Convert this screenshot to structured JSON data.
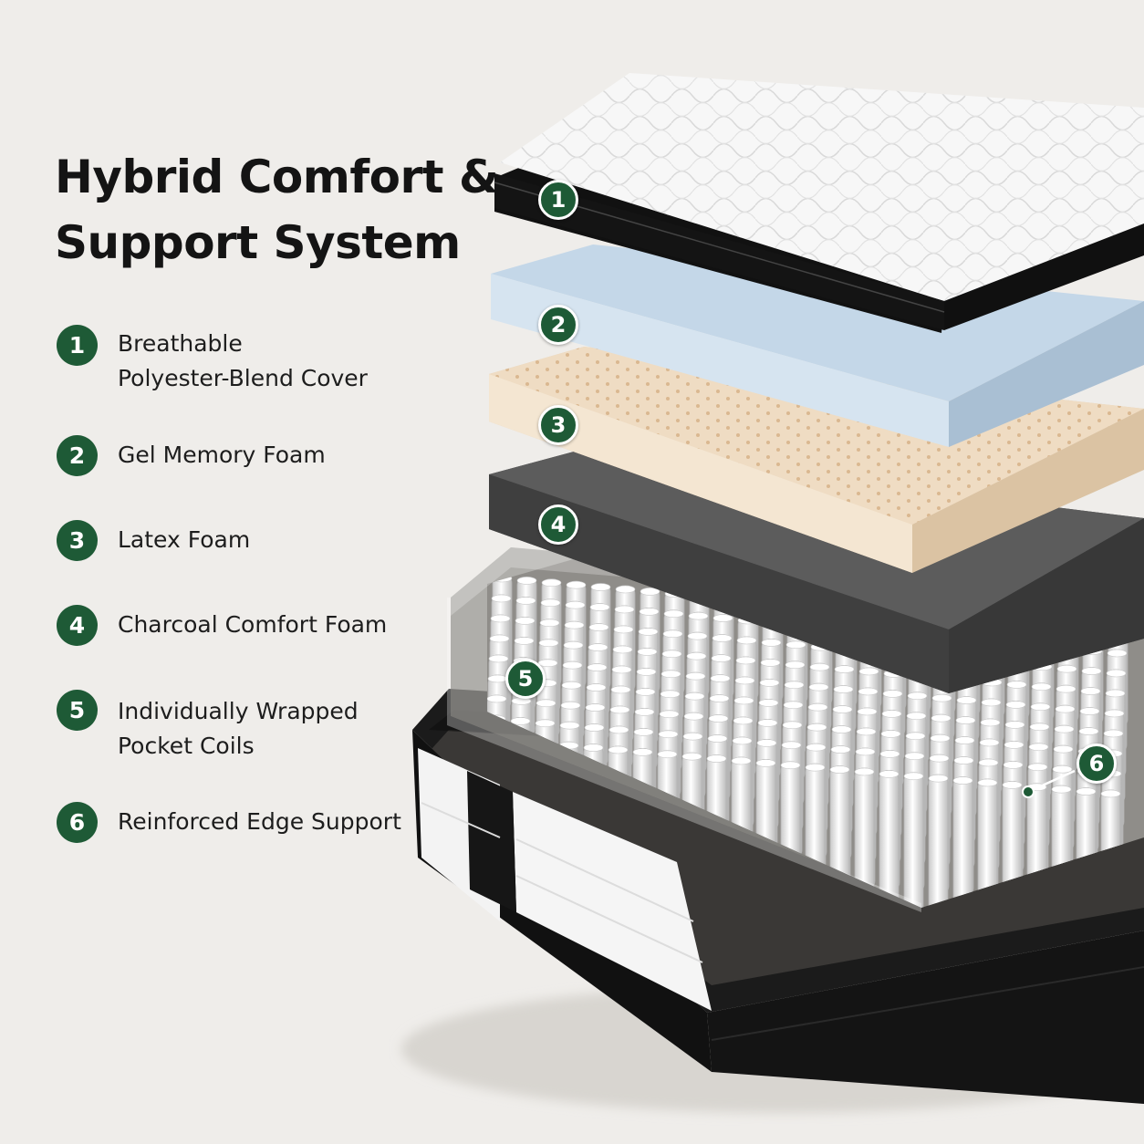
{
  "title": {
    "line1": "Hybrid Comfort &",
    "line2": "Support System"
  },
  "layers": [
    {
      "number": "1",
      "lines": [
        "Breathable",
        "Polyester-Blend Cover"
      ]
    },
    {
      "number": "2",
      "lines": [
        "Gel Memory Foam"
      ]
    },
    {
      "number": "3",
      "lines": [
        "Latex Foam"
      ]
    },
    {
      "number": "4",
      "lines": [
        "Charcoal Comfort Foam"
      ]
    },
    {
      "number": "5",
      "lines": [
        "Individually Wrapped",
        "Pocket Coils"
      ]
    },
    {
      "number": "6",
      "lines": [
        "Reinforced Edge Support"
      ]
    }
  ],
  "colors": {
    "background": "#efedea",
    "badge": "#1e5a36",
    "cover": "#f6f6f6",
    "gel_foam": "#bfd3e4",
    "latex_foam": "#ecd9c0",
    "charcoal_foam": "#555555",
    "base": "#151515"
  }
}
